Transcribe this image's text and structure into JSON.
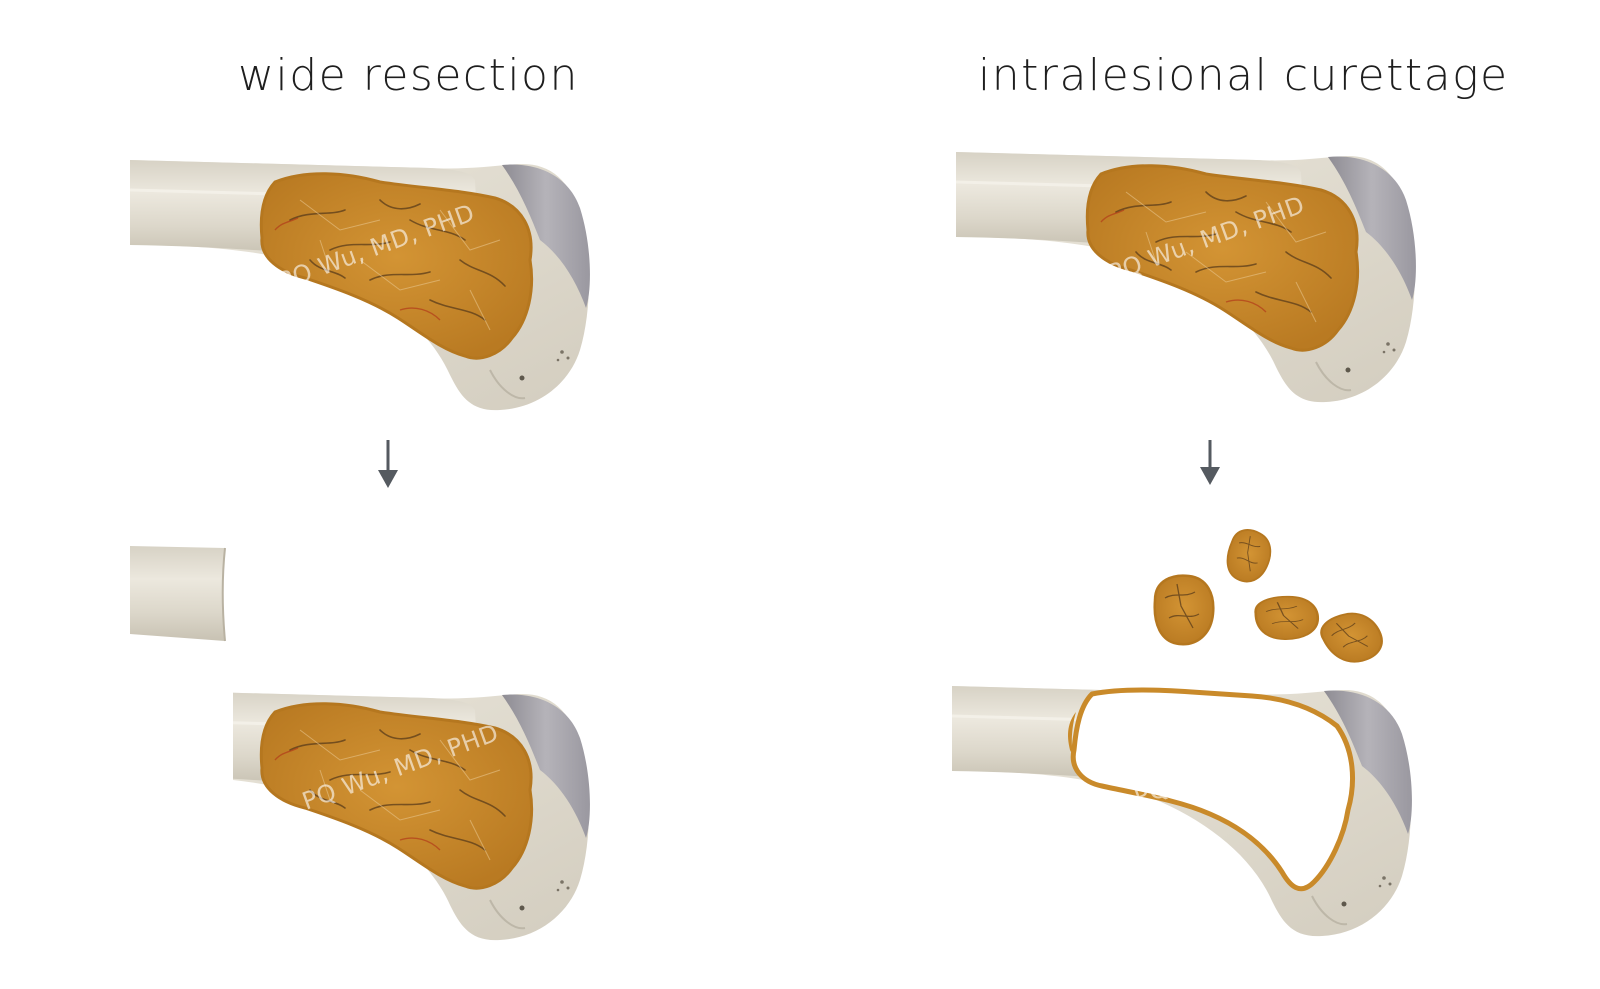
{
  "titles": {
    "left": "wide resection",
    "right": "intralesional curettage"
  },
  "watermark": "PQ Wu, MD, PHD",
  "colors": {
    "bone": "#e2ddd0",
    "bone_shadow": "#c9c3b4",
    "cartilage": "#a8a6ac",
    "tumor": "#c98a2a",
    "tumor_dark": "#8a5a1a",
    "arrow": "#555a60"
  },
  "icons": [
    "down-arrow-icon",
    "down-arrow-icon"
  ]
}
